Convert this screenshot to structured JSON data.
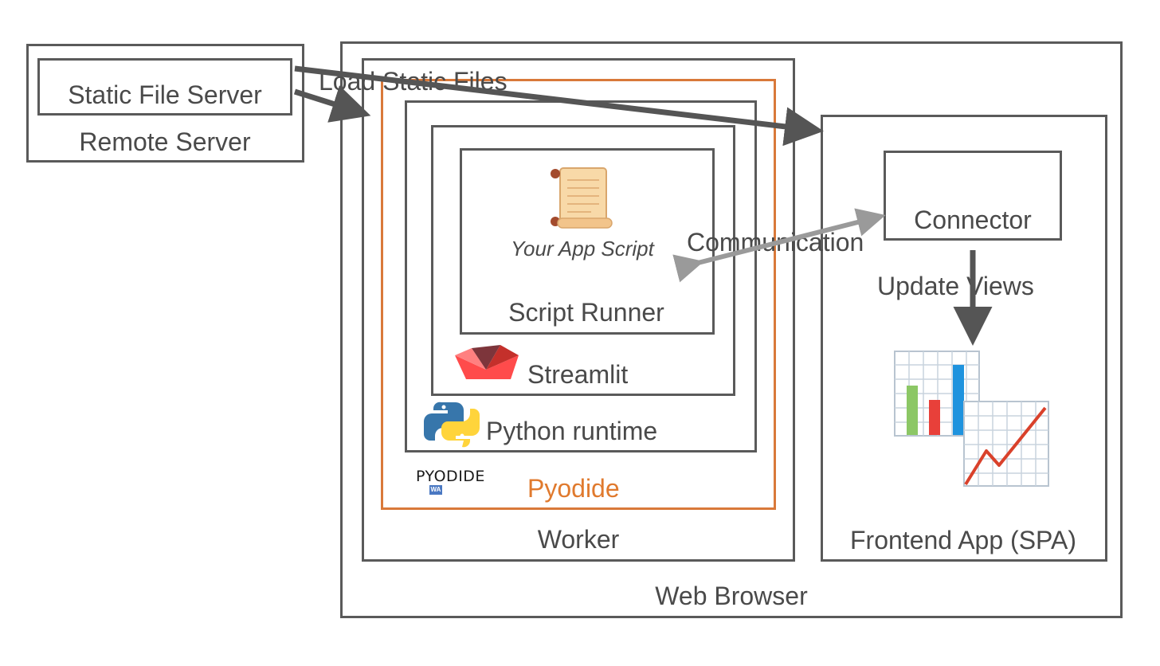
{
  "remote_server": {
    "inner_label": "Static File Server",
    "outer_label": "Remote Server"
  },
  "browser": {
    "label": "Web Browser"
  },
  "worker": {
    "label": "Worker"
  },
  "pyodide": {
    "label": "Pyodide",
    "logo_text": "PYODIDE",
    "logo_badge": "WA"
  },
  "python_runtime": {
    "label": "Python runtime"
  },
  "streamlit": {
    "label": "Streamlit"
  },
  "script_runner": {
    "label": "Script Runner",
    "script_label": "Your App Script"
  },
  "frontend": {
    "label": "Frontend App (SPA)",
    "connector_label": "Connector"
  },
  "edges": {
    "load_static_files": "Load Static Files",
    "communication": "Communication",
    "update_views": "Update Views"
  },
  "colors": {
    "box_border": "#5a5a5a",
    "pyodide_accent": "#e07a2e",
    "arrow": "#555555",
    "arrow_light": "#9a9a9a"
  }
}
